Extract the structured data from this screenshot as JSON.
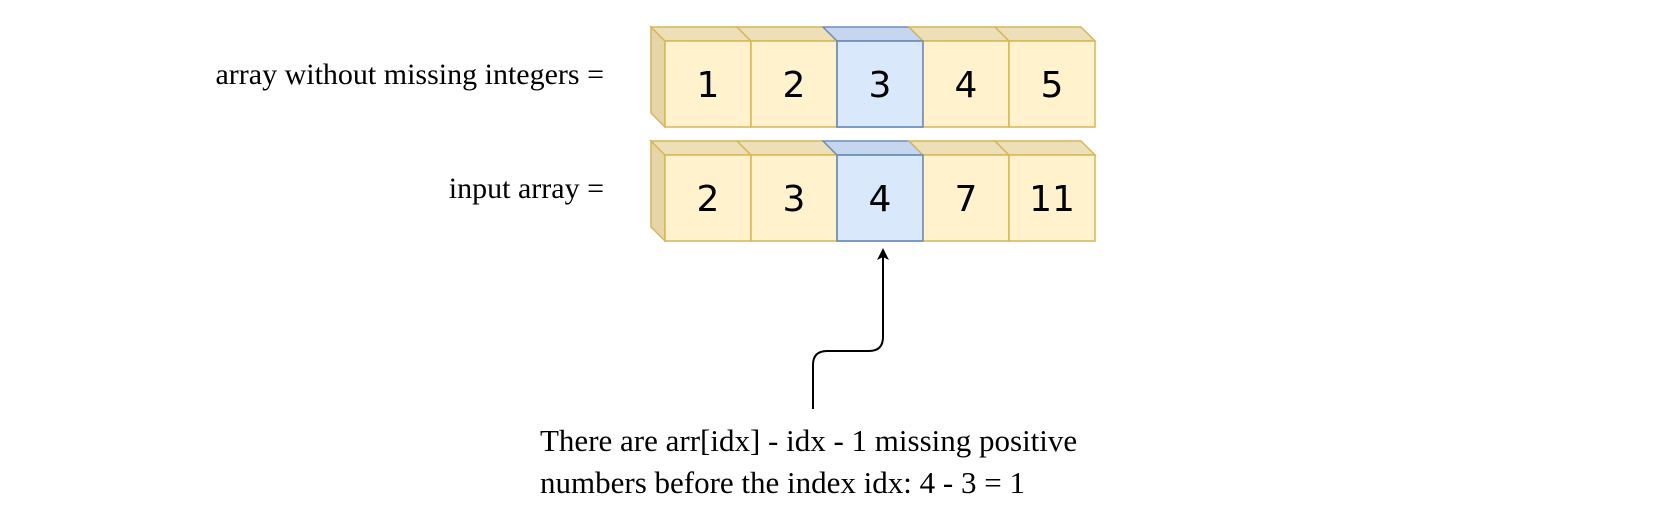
{
  "rows": [
    {
      "label": "array without missing integers =",
      "cells": [
        "1",
        "2",
        "3",
        "4",
        "5"
      ]
    },
    {
      "label": "input array =",
      "cells": [
        "2",
        "3",
        "4",
        "7",
        "11"
      ]
    }
  ],
  "highlight_index": 2,
  "colors": {
    "cell_fill": "#fff2cc",
    "cell_stroke": "#d6b656",
    "cell_top": "#ede0b8",
    "cell_side": "#e6d5a6",
    "highlight_fill": "#dae8fc",
    "highlight_stroke": "#6c8ebf",
    "highlight_top": "#c6d6ee",
    "arrow": "#000000"
  },
  "caption": {
    "line1": "There are arr[idx] - idx - 1 missing positive",
    "line2": "numbers before the index idx: 4 - 3 = 1"
  }
}
